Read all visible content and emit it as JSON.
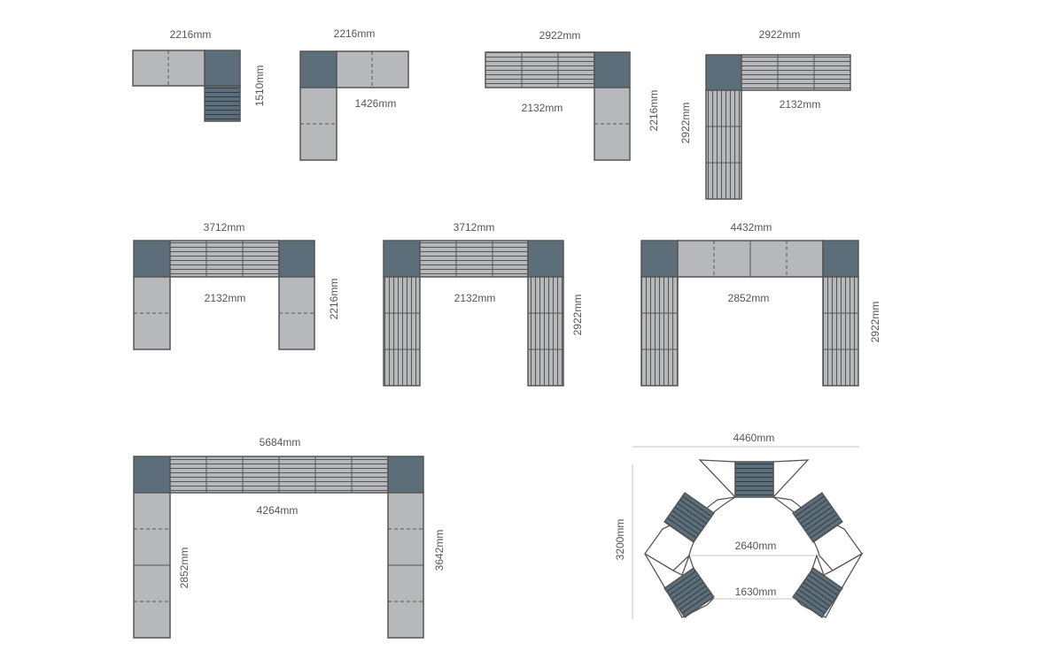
{
  "colors": {
    "seat_module": "#b7b8bb",
    "corner_module": "#5c6e79",
    "outline": "#555555",
    "label_text": "#555555",
    "background": "#ffffff"
  },
  "configurations": [
    {
      "labels": [
        "2216mm",
        "1510mm"
      ]
    },
    {
      "labels": [
        "2216mm",
        "1426mm"
      ]
    },
    {
      "labels": [
        "2922mm",
        "2132mm",
        "2216mm"
      ]
    },
    {
      "labels": [
        "2922mm",
        "2132mm",
        "2922mm"
      ]
    },
    {
      "labels": [
        "3712mm",
        "2132mm",
        "2216mm"
      ]
    },
    {
      "labels": [
        "3712mm",
        "2132mm",
        "2922mm"
      ]
    },
    {
      "labels": [
        "4432mm",
        "2852mm",
        "2922mm"
      ]
    },
    {
      "labels": [
        "5684mm",
        "4264mm",
        "2852mm",
        "3642mm"
      ]
    },
    {
      "labels": [
        "4460mm",
        "3200mm",
        "2640mm",
        "1630mm"
      ]
    }
  ]
}
